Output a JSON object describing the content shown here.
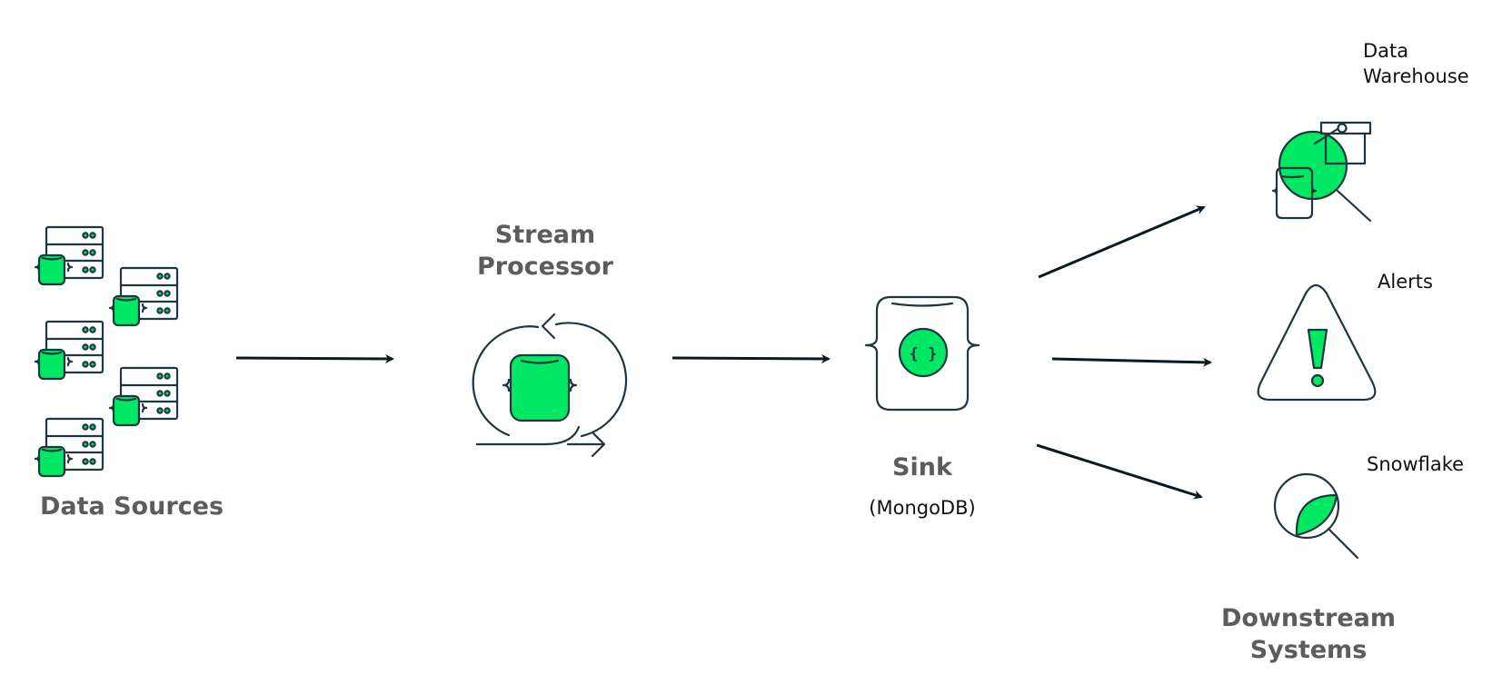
{
  "nodes": {
    "data_sources": {
      "label": "Data Sources"
    },
    "stream_processor": {
      "label_line1": "Stream",
      "label_line2": "Processor"
    },
    "sink": {
      "label": "Sink",
      "sublabel": "(MongoDB)"
    },
    "downstream": {
      "label_line1": "Downstream",
      "label_line2": "Systems"
    },
    "data_warehouse": {
      "label_line1": "Data",
      "label_line2": "Warehouse"
    },
    "alerts": {
      "label": "Alerts"
    },
    "snowflake": {
      "label": "Snowflake"
    }
  },
  "edges": [
    {
      "from": "data_sources",
      "to": "stream_processor"
    },
    {
      "from": "stream_processor",
      "to": "sink"
    },
    {
      "from": "sink",
      "to": "data_warehouse"
    },
    {
      "from": "sink",
      "to": "alerts"
    },
    {
      "from": "sink",
      "to": "snowflake"
    }
  ],
  "colors": {
    "accent": "#00e864",
    "ink": "#1f3540",
    "heading": "#5c5c5c"
  }
}
